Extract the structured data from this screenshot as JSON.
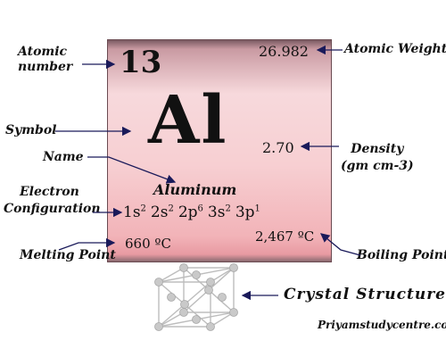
{
  "element": {
    "atomic_number": "13",
    "atomic_weight": "26.982",
    "symbol": "Al",
    "density": "2.70",
    "name": "Aluminum",
    "electron_configuration": {
      "orbitals": [
        "1s",
        "2s",
        "2p",
        "3s",
        "3p"
      ],
      "exponents": [
        "2",
        "2",
        "6",
        "2",
        "1"
      ]
    },
    "melting_point": "660 ºC",
    "boiling_point": "2,467 ºC"
  },
  "labels": {
    "atomic_number": [
      "Atomic",
      "number"
    ],
    "atomic_weight": "Atomic Weight",
    "symbol": "Symbol",
    "name": "Name",
    "density": [
      "Density",
      "(gm cm-3)"
    ],
    "electron_configuration": [
      "Electron",
      "Configuration"
    ],
    "melting_point": "Melting Point",
    "boiling_point": "Boiling Point",
    "crystal_structure": "Crystal Structure"
  },
  "watermark": "Priyamstudycentre.com",
  "colors": {
    "tile_top": "#7a5a62",
    "tile_body": "#f7d9dc",
    "tile_bottom": "#e89aa2",
    "arrow": "#1a1a5a"
  }
}
